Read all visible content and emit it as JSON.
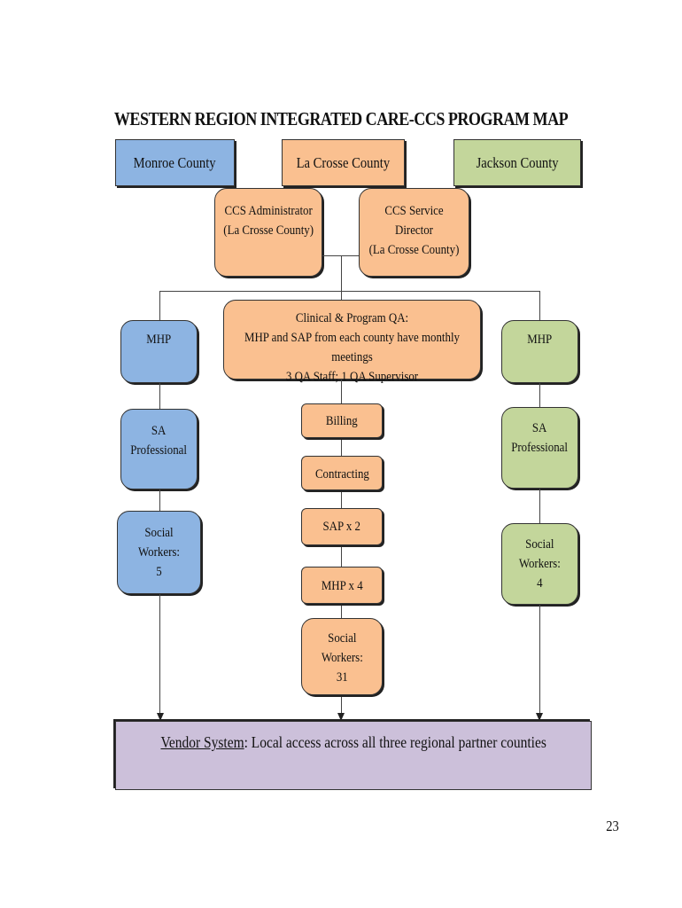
{
  "title": "WESTERN REGION INTEGRATED CARE-CCS PROGRAM MAP",
  "counties": {
    "monroe": "Monroe County",
    "lacrosse": "La Crosse County",
    "jackson": "Jackson County"
  },
  "leadership": {
    "administrator": "CCS Administrator\n(La Crosse County)",
    "director": "CCS Service Director\n(La Crosse County)"
  },
  "qa": "Clinical & Program QA:\nMHP and SAP from each county have monthly meetings\n3 QA Staff; 1 QA Supervisor",
  "monroe_column": {
    "mhp": "MHP",
    "sa": "SA\nProfessional",
    "social_workers": "Social Workers:\n5"
  },
  "lacrosse_column": {
    "billing": "Billing",
    "contracting": "Contracting",
    "sap": "SAP x 2",
    "mhp": "MHP x 4",
    "social_workers": "Social\nWorkers:\n31"
  },
  "jackson_column": {
    "mhp": "MHP",
    "sa": "SA\nProfessional",
    "social_workers": "Social\nWorkers:\n4"
  },
  "vendor": {
    "label": "Vendor System",
    "text": ":  Local access across all three regional partner counties"
  },
  "page_number": "23",
  "colors": {
    "monroe": "#8db4e2",
    "lacrosse": "#fac090",
    "jackson": "#c3d69b",
    "vendor": "#ccc0da"
  }
}
